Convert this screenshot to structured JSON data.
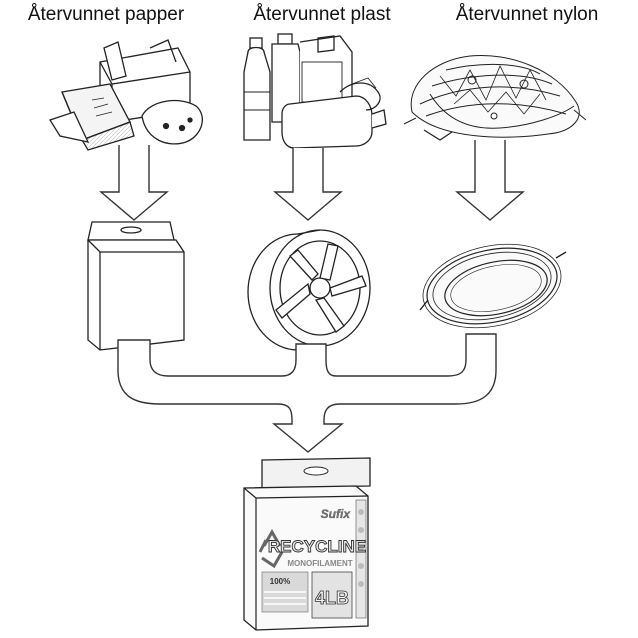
{
  "titles": {
    "paper": "Återvunnet papper",
    "plastic": "Återvunnet plast",
    "nylon": "Återvunnet nylon"
  },
  "product": {
    "brand": "Sufix",
    "name": "RECYCLINE",
    "subtitle": "MONOFILAMENT",
    "percent": "100%",
    "strength": "4LB"
  }
}
